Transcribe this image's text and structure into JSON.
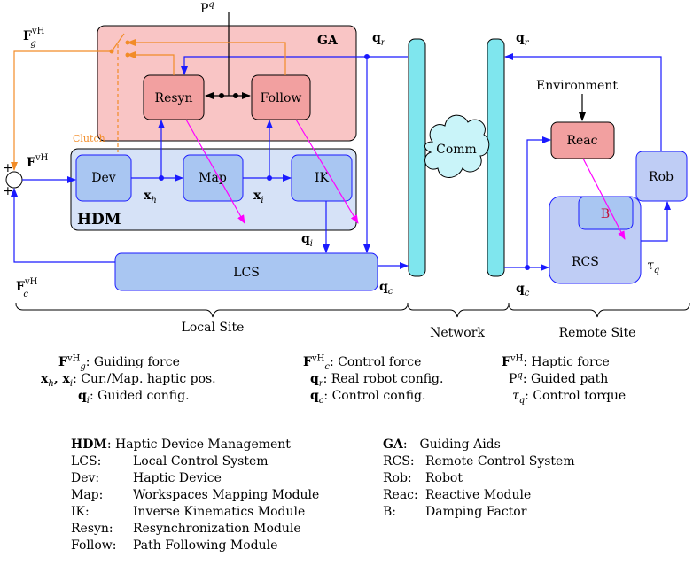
{
  "diagram": {
    "modules": {
      "ga": "GA",
      "hdm": "HDM",
      "resyn": "Resyn",
      "follow": "Follow",
      "dev": "Dev",
      "map": "Map",
      "ik": "IK",
      "lcs": "LCS",
      "comm": "Comm",
      "reac": "Reac",
      "rob": "Rob",
      "rcs": "RCS",
      "b": "B"
    },
    "signals": {
      "pq": "P",
      "pq_sup": "q",
      "fg": "F",
      "fg_sup": "vH",
      "fg_sub": "g",
      "f": "F",
      "f_sup": "vH",
      "fc": "F",
      "fc_sup": "vH",
      "fc_sub": "c",
      "qr_left": "q",
      "qr_left_sub": "r",
      "qr_right": "q",
      "qr_right_sub": "r",
      "qi": "q",
      "qi_sub": "i",
      "qc_left": "q",
      "qc_left_sub": "c",
      "qc_right": "q",
      "qc_right_sub": "c",
      "xh": "x",
      "xh_sub": "h",
      "xi": "x",
      "xi_sub": "i",
      "tau": "τ",
      "tau_sub": "q",
      "clutch": "Clutch",
      "environment": "Environment",
      "plus_top": "+",
      "plus_bottom": "+"
    },
    "sites": {
      "local": "Local Site",
      "network": "Network",
      "remote": "Remote Site"
    },
    "colors": {
      "blue_line": "#1a1aff",
      "orange_line": "#f28c28",
      "magenta_line": "#ff00ff",
      "ga_fill": "#f9c5c5",
      "red_box": "#f2a0a0",
      "hdm_fill": "#d6e2f7",
      "blue_box": "#a9c6f2",
      "cyan_bar": "#7fe6ee",
      "cloud": "#c9f4f9"
    }
  },
  "legend_symbols": [
    {
      "sym": "F",
      "sup": "vH",
      "sub": "g",
      "desc": ": Guiding force"
    },
    {
      "sym": "F",
      "sup": "vH",
      "sub": "c",
      "desc": ": Control force"
    },
    {
      "sym": "F",
      "sup": "vH",
      "sub": "",
      "desc": ": Haptic force"
    },
    {
      "sym": "x",
      "sup": "",
      "sub": "h",
      "extra": ", x",
      "extra_sub": "i",
      "desc": ": Cur./Map. haptic pos."
    },
    {
      "sym": "q",
      "sup": "",
      "sub": "r",
      "desc": ": Real robot config."
    },
    {
      "sym": "P",
      "sup": "q",
      "sub": "",
      "desc": ": Guided path"
    },
    {
      "sym": "q",
      "sup": "",
      "sub": "i",
      "desc": ": Guided config."
    },
    {
      "sym": "q",
      "sup": "",
      "sub": "c",
      "desc": ": Control config."
    },
    {
      "sym": "τ",
      "sup": "",
      "sub": "q",
      "desc": ": Control torque"
    }
  ],
  "legend_abbrev_left": [
    {
      "key": "HDM",
      "sep": ":",
      "desc": "Haptic Device Management"
    },
    {
      "key": "LCS:",
      "sep": "",
      "desc": "Local Control System"
    },
    {
      "key": "Dev:",
      "sep": "",
      "desc": "Haptic Device"
    },
    {
      "key": "Map:",
      "sep": "",
      "desc": "Workspaces Mapping Module"
    },
    {
      "key": "IK:",
      "sep": "",
      "desc": "Inverse Kinematics Module"
    },
    {
      "key": "Resyn:",
      "sep": "",
      "desc": "Resynchronization Module"
    },
    {
      "key": "Follow:",
      "sep": "",
      "desc": "Path Following Module"
    }
  ],
  "legend_abbrev_right": [
    {
      "key": "GA",
      "sep": ":",
      "desc": "Guiding Aids"
    },
    {
      "key": "RCS:",
      "sep": "",
      "desc": "Remote Control System"
    },
    {
      "key": "Rob:",
      "sep": "",
      "desc": "Robot"
    },
    {
      "key": "Reac:",
      "sep": "",
      "desc": "Reactive Module"
    },
    {
      "key": "B:",
      "sep": "",
      "desc": "Damping Factor"
    }
  ]
}
